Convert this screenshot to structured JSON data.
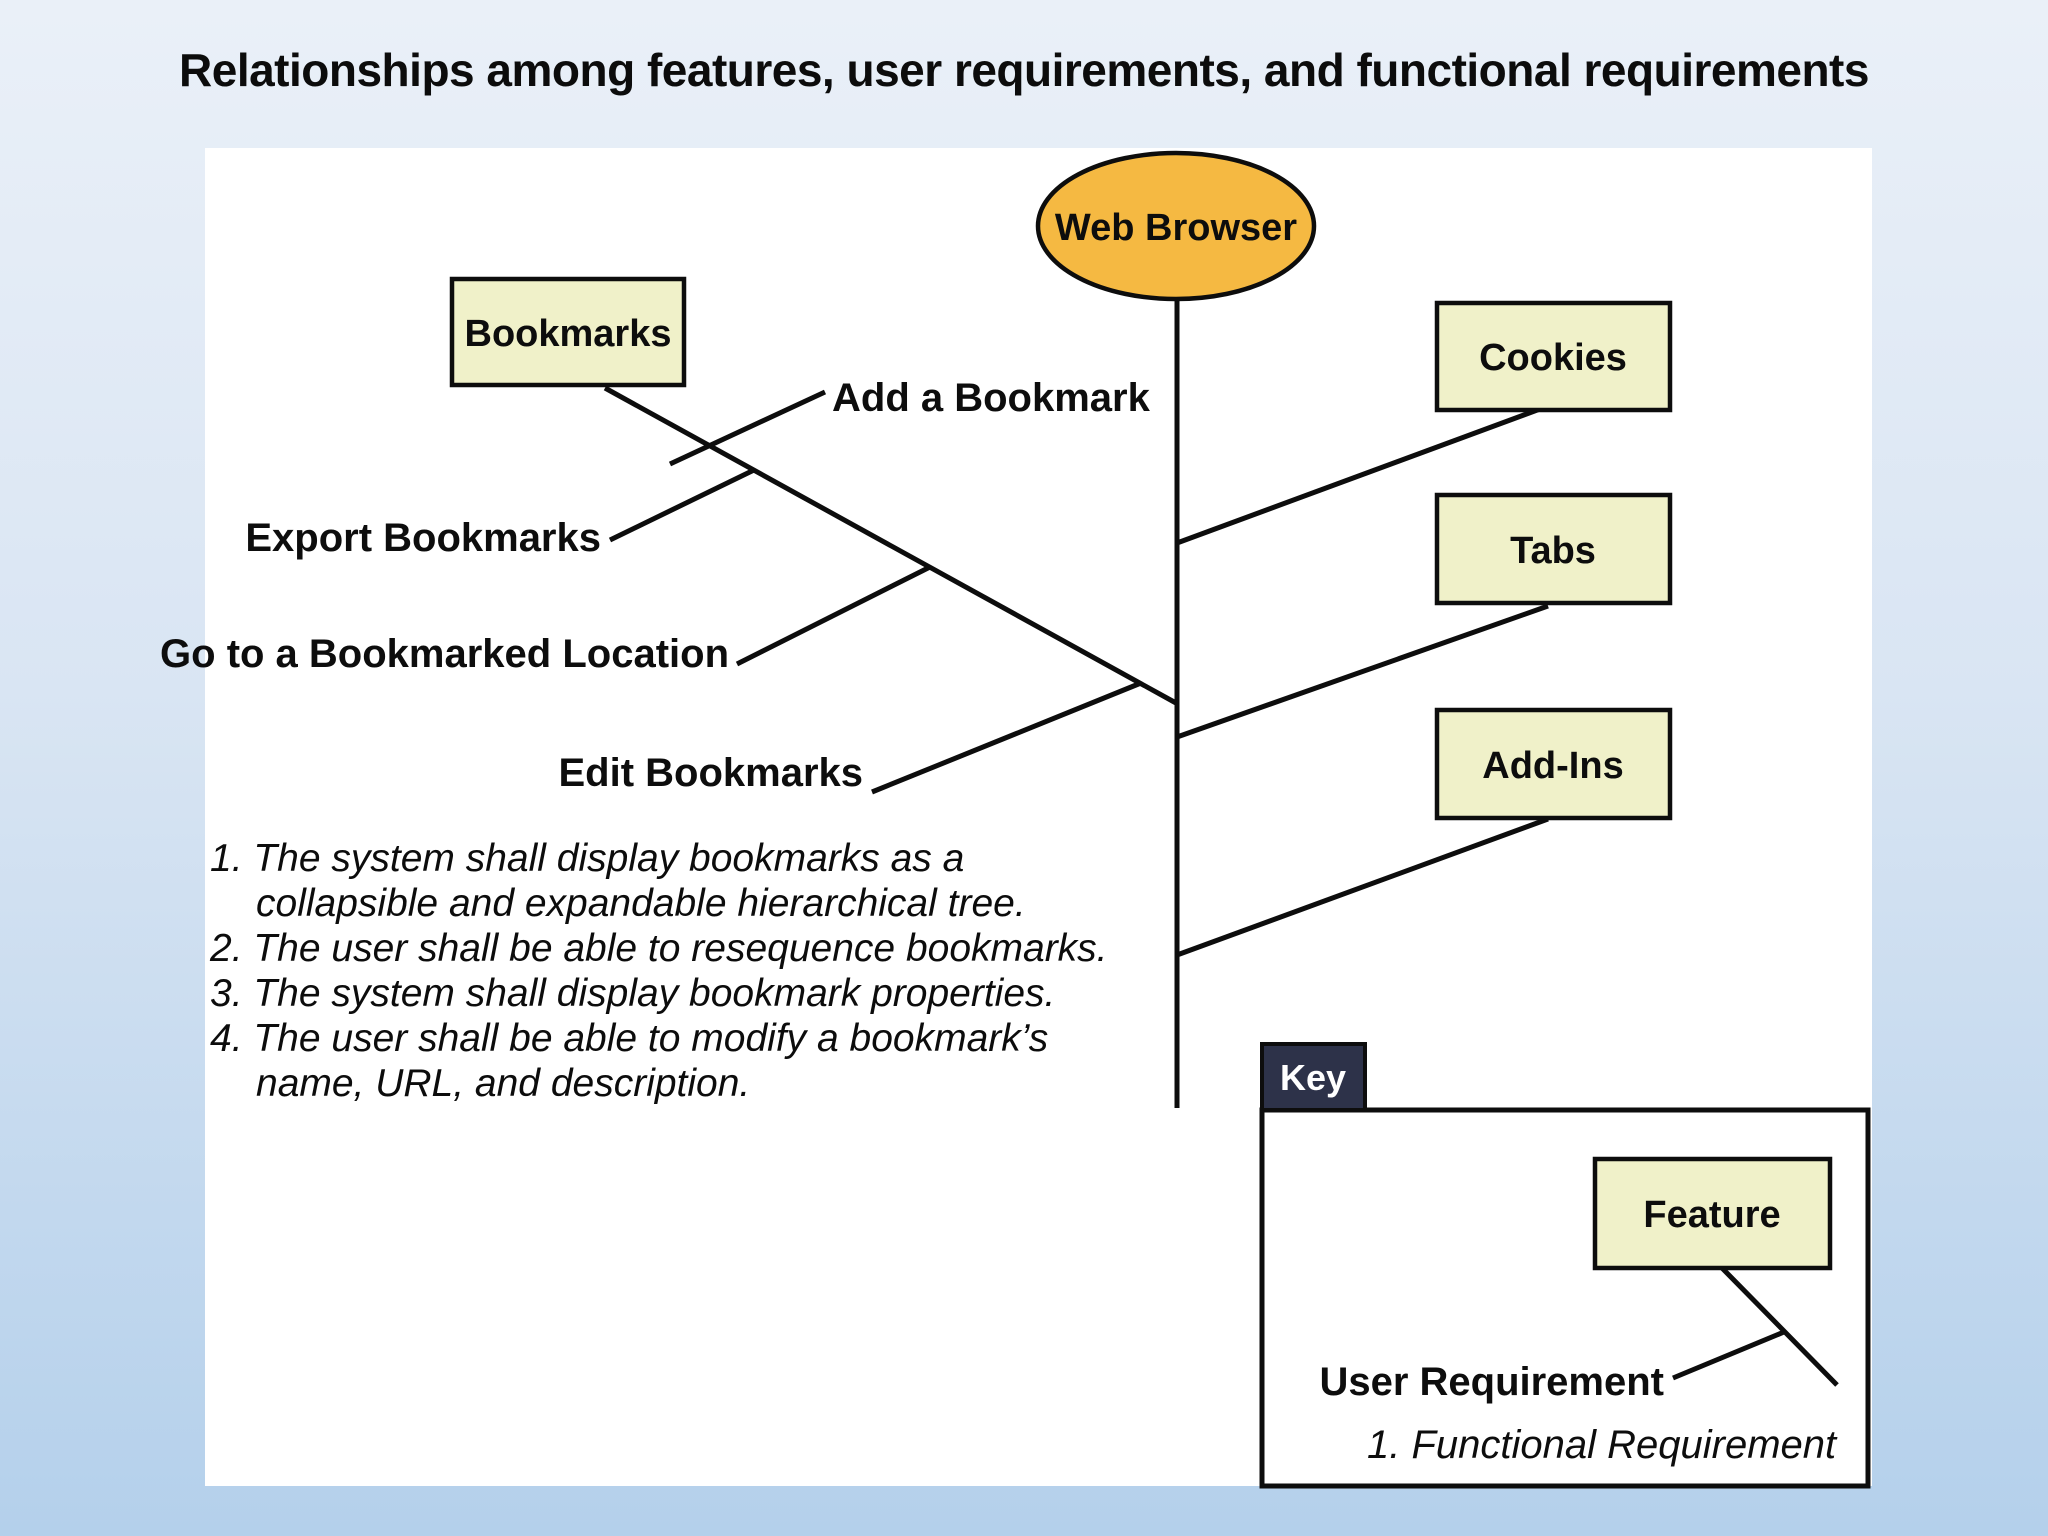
{
  "title": "Relationships among features, user requirements, and functional requirements",
  "colors": {
    "background_top": "#EAF0F8",
    "background_bottom": "#B4D0EB",
    "panel": "#FFFFFF",
    "feature_box_fill": "#F0F1C9",
    "root_ellipse_fill": "#F5B942",
    "key_tab_fill": "#2D3249",
    "line_and_text": "#0D0D0D"
  },
  "diagram": {
    "root": {
      "label": "Web Browser"
    },
    "features": [
      {
        "label": "Bookmarks"
      },
      {
        "label": "Cookies"
      },
      {
        "label": "Tabs"
      },
      {
        "label": "Add-Ins"
      }
    ],
    "user_requirements": [
      {
        "label": "Add a Bookmark"
      },
      {
        "label": "Export Bookmarks"
      },
      {
        "label": "Go to a Bookmarked Location"
      },
      {
        "label": "Edit Bookmarks"
      }
    ]
  },
  "functional_requirements": [
    "1. The system shall display bookmarks as a\ncollapsible and expandable hierarchical tree.",
    "2. The user shall be able to resequence bookmarks.",
    "3. The system shall display bookmark properties.",
    "4. The user shall be able to modify a bookmark’s\nname, URL, and description."
  ],
  "key": {
    "title": "Key",
    "feature_label": "Feature",
    "user_requirement_label": "User Requirement",
    "functional_requirement_label": "1. Functional Requirement"
  }
}
